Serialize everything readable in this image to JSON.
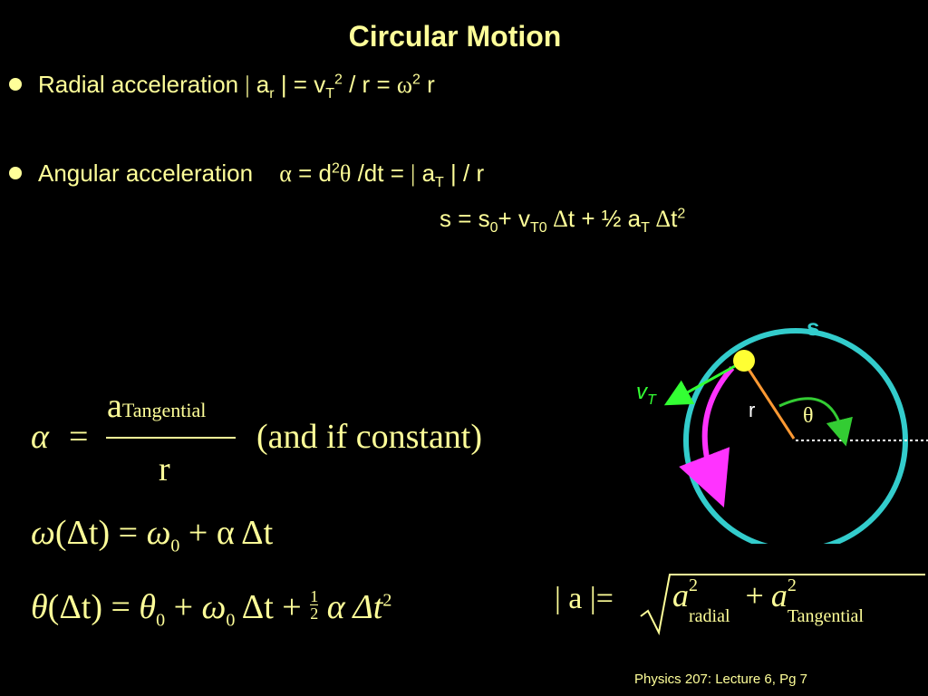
{
  "title": "Circular Motion",
  "bullets": [
    {
      "lead": "Radial acceleration ",
      "bar1": "|",
      "a": " a",
      "sub_r": "r",
      "eq1": " | = v",
      "sub_T": "T",
      "sup_2a": "2",
      "mid": " / r = ",
      "omega": "ω",
      "sup_2b": "2",
      "tail": " r"
    },
    {
      "lead": "Angular acceleration ",
      "alpha": "α",
      "eq1": " = d",
      "sup_2": "2",
      "theta": "θ",
      "mid": " /dt = ",
      "bar1": "|",
      "a": " a",
      "sub_T": "T",
      "tail": " | / r"
    }
  ],
  "s_equation": {
    "s": "s = s",
    "sub0": "0",
    "plus_v": "+ v",
    "subT0": "T0",
    "delta1": " Δ",
    "t_half": "t + ½ a",
    "subT": "T",
    "delta2": " Δ",
    "t": "t",
    "sup2": "2"
  },
  "eq_alpha": {
    "alpha": "α",
    "equals": "=",
    "num_a": "a",
    "num_sub": "Tangential",
    "den": "r",
    "note": "(and if constant)"
  },
  "eq_omega": {
    "omega": "ω",
    "lhs": "(Δt) = ",
    "omega0": "ω",
    "sub0": "0",
    "rhs": " + α Δt"
  },
  "eq_theta": {
    "theta": "θ",
    "lhs": "(Δt) = ",
    "theta0": "θ",
    "sub0a": "0",
    "plus1": " + ",
    "omega0": "ω",
    "sub0b": "0",
    "mid": " Δt + ",
    "half_num": "1",
    "half_den": "2",
    "tail": "α Δt",
    "sup2": "2"
  },
  "eq_a": {
    "lhs": "| a |=",
    "a1": "a",
    "sup1": "2",
    "sub1": "radial",
    "plus": "+",
    "a2": "a",
    "sup2": "2",
    "sub2": "Tangential"
  },
  "diagram": {
    "label_s": "s",
    "label_v": "v",
    "label_v_sub": "T",
    "label_r": "r",
    "label_theta": "θ",
    "colors": {
      "circle": "#33cccc",
      "arc": "#ff33ff",
      "velocity": "#33ff33",
      "radius": "#ff9933",
      "particle": "#ffff33",
      "angle_arrow": "#33cc33"
    }
  },
  "footer": "Physics 207: Lecture 6, Pg 7"
}
